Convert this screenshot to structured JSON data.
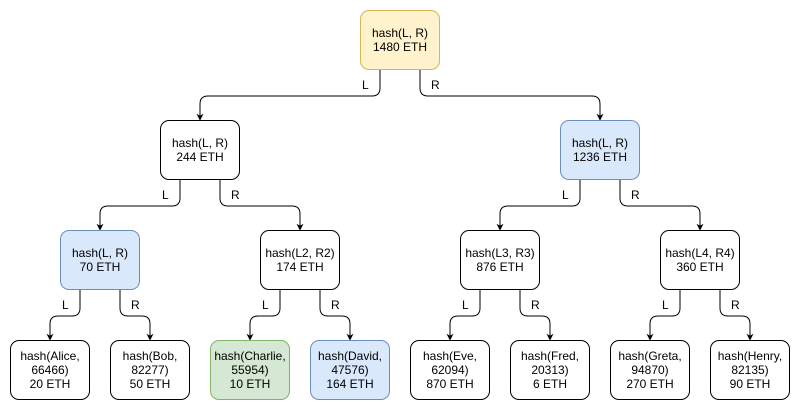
{
  "nodes": {
    "root": {
      "line1": "hash(L, R)",
      "line2": "1480 ETH",
      "color": "#fff2cc"
    },
    "n_left": {
      "line1": "hash(L, R)",
      "line2": "244 ETH",
      "color": "#ffffff"
    },
    "n_right": {
      "line1": "hash(L, R)",
      "line2": "1236 ETH",
      "color": "#dae8fc"
    },
    "n_ll": {
      "line1": "hash(L, R)",
      "line2": "70 ETH",
      "color": "#dae8fc"
    },
    "n_lr": {
      "line1": "hash(L2, R2)",
      "line2": "174 ETH",
      "color": "#ffffff"
    },
    "n_rl": {
      "line1": "hash(L3, R3)",
      "line2": "876 ETH",
      "color": "#ffffff"
    },
    "n_rr": {
      "line1": "hash(L4, R4)",
      "line2": "360 ETH",
      "color": "#ffffff"
    },
    "alice": {
      "line1": "hash(Alice,",
      "line2": "66466)",
      "line3": "20 ETH",
      "color": "#ffffff"
    },
    "bob": {
      "line1": "hash(Bob,",
      "line2": "82277)",
      "line3": "50 ETH",
      "color": "#ffffff"
    },
    "charlie": {
      "line1": "hash(Charlie,",
      "line2": "55954)",
      "line3": "10 ETH",
      "color": "#d5e8d4"
    },
    "david": {
      "line1": "hash(David,",
      "line2": "47576)",
      "line3": "164 ETH",
      "color": "#dae8fc"
    },
    "eve": {
      "line1": "hash(Eve,",
      "line2": "62094)",
      "line3": "870 ETH",
      "color": "#ffffff"
    },
    "fred": {
      "line1": "hash(Fred,",
      "line2": "20313)",
      "line3": "6 ETH",
      "color": "#ffffff"
    },
    "greta": {
      "line1": "hash(Greta,",
      "line2": "94870)",
      "line3": "270 ETH",
      "color": "#ffffff"
    },
    "henry": {
      "line1": "hash(Henry,",
      "line2": "82135)",
      "line3": "90 ETH",
      "color": "#ffffff"
    }
  },
  "edge_labels": {
    "left": "L",
    "right": "R"
  }
}
